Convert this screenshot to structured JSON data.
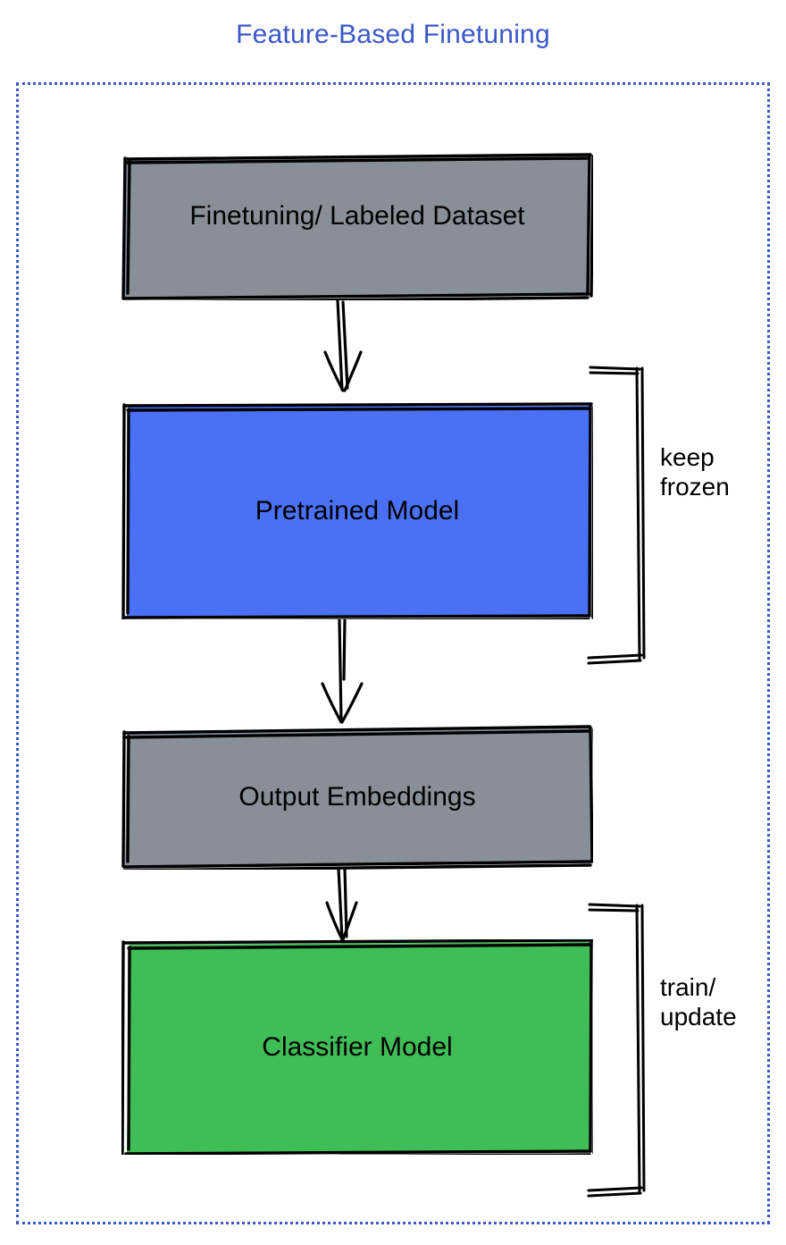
{
  "title": "Feature-Based Finetuning",
  "colors": {
    "title": "#3b58c8",
    "frame_border": "#3b58c8",
    "gray_fill": "#888f98",
    "blue_fill": "#4a70f5",
    "green_fill": "#3fbd56",
    "stroke": "#000000",
    "background": "#ffffff"
  },
  "nodes": [
    {
      "id": "dataset",
      "label": "Finetuning/ Labeled Dataset",
      "fill": "gray"
    },
    {
      "id": "pretrained",
      "label": "Pretrained Model",
      "fill": "blue"
    },
    {
      "id": "embeddings",
      "label": "Output Embeddings",
      "fill": "gray"
    },
    {
      "id": "classifier",
      "label": "Classifier Model",
      "fill": "green"
    }
  ],
  "edges": [
    {
      "from": "dataset",
      "to": "pretrained"
    },
    {
      "from": "pretrained",
      "to": "embeddings"
    },
    {
      "from": "embeddings",
      "to": "classifier"
    }
  ],
  "brackets": [
    {
      "id": "keep-frozen",
      "label": "keep\nfrozen",
      "targets": [
        "pretrained"
      ]
    },
    {
      "id": "train-update",
      "label": "train/\nupdate",
      "targets": [
        "classifier"
      ]
    }
  ]
}
